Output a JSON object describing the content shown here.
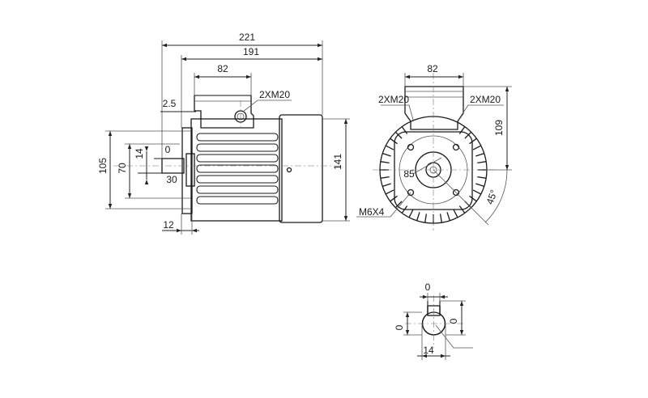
{
  "dimensions": {
    "side_view": {
      "total_length": "221",
      "body_length": "191",
      "terminal_box_width": "82",
      "cable_entry": "2XM20",
      "flange_offset": "2.5",
      "frame_height": "105",
      "shaft_height": "70",
      "shaft_diameter": "14",
      "shaft_zero": "0",
      "shaft_length": "30",
      "flange_thickness": "12",
      "overall_height": "141"
    },
    "front_view": {
      "terminal_box_width": "82",
      "cable_entry_left": "2XM20",
      "cable_entry_right": "2XM20",
      "box_height": "109",
      "pitch_circle": "85",
      "mounting_holes": "M6X4",
      "hole_angle": "45°"
    },
    "shaft_detail": {
      "key_width": "0",
      "key_depth_left": "0",
      "key_depth_right": "0",
      "shaft_diameter": "14"
    }
  }
}
